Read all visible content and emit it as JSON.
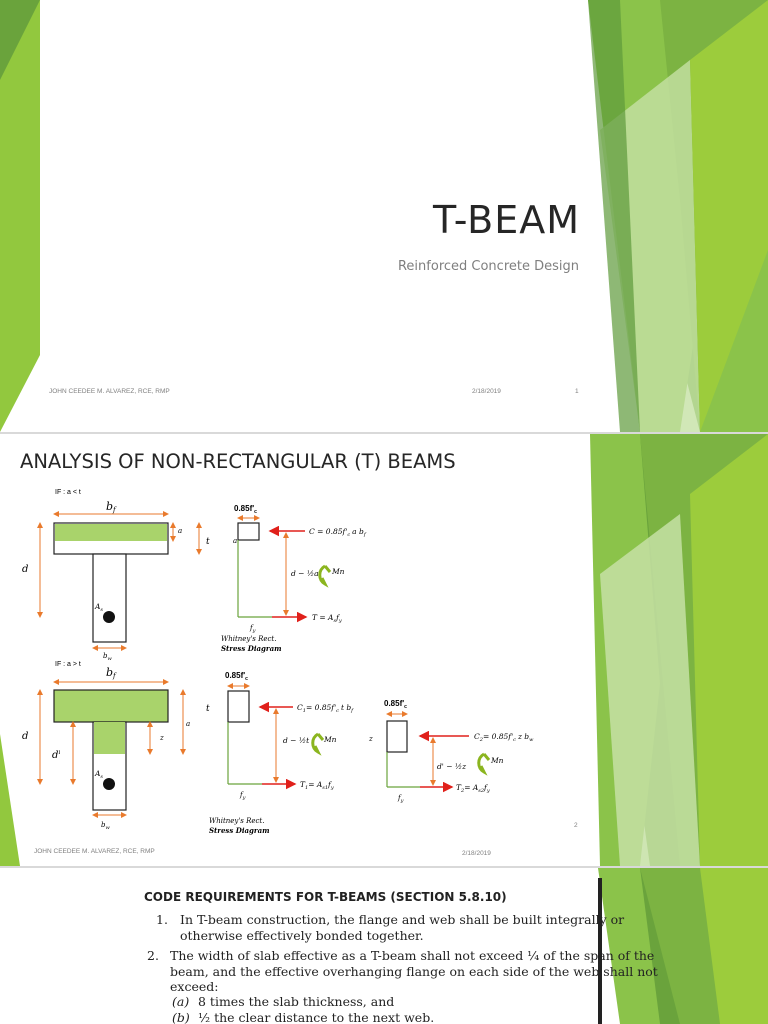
{
  "slide1": {
    "title": "T-BEAM",
    "subtitle": "Reinforced Concrete Design",
    "footer_author": "JOHN CEEDEE M. ALVAREZ, RCE, RMP",
    "footer_date": "2/18/2019",
    "slide_number": "1"
  },
  "slide2": {
    "title": "ANALYSIS OF NON-RECTANGULAR (T) BEAMS",
    "footer_author": "JOHN CEEDEE M. ALVAREZ, RCE, RMP",
    "footer_date": "2/18/2019",
    "slide_number": "2",
    "case1": {
      "condition": "IF : a < t",
      "bf": "b",
      "bf_sub": "f",
      "a": "a",
      "t": "t",
      "d": "d",
      "As": "A",
      "As_sub": "s",
      "bw": "b",
      "bw_sub": "w",
      "stress_top": "0.85f'",
      "stress_top_sub": "c",
      "t_a": "t",
      "a_label": "a",
      "C_label": "C = 0.85f'",
      "C_tail": "a b",
      "arm_label": "d − ½a",
      "Mn": "Mn",
      "T_label": "T = A",
      "T_tail": "f",
      "fy": "f",
      "fy_sub": "y",
      "whitney": "Whitney's Rect.",
      "stress_diag": "Stress Diagram"
    },
    "case2": {
      "condition": "IF : a > t",
      "bf": "b",
      "bf_sub": "f",
      "t": "t",
      "z": "z",
      "a": "a",
      "d": "d",
      "d1": "d",
      "d1_sup": "ı",
      "As": "A",
      "As_sub": "s",
      "bw": "b",
      "bw_sub": "w",
      "stress_top": "0.85f'",
      "stress_top_sub": "c",
      "C1_label": "C",
      "C1_tail": "= 0.85f'",
      "C1_end": "t b",
      "arm1": "d − ½t",
      "Mn1": "Mn",
      "T1_label": "T",
      "T1_tail": "= A",
      "T1_end": "f",
      "fy": "f",
      "fy_sub": "y",
      "whitney": "Whitney's Rect.",
      "stress_diag": "Stress Diagram",
      "stress_top2": "0.85f'",
      "stress_top2_sub": "c",
      "z2": "z",
      "C2_label": "C",
      "C2_tail": "= 0.85f'",
      "C2_end": "z b",
      "arm2": "d' − ½z",
      "Mn2": "Mn",
      "T2_label": "T",
      "T2_tail": "= A",
      "T2_end": "f",
      "fy2": "f",
      "fy2_sub": "y"
    }
  },
  "slide3": {
    "heading": "CODE REQUIREMENTS FOR T-BEAMS (SECTION 5.8.10)",
    "items": [
      {
        "num": "1.",
        "text": "In T-beam construction, the flange and web shall be built integrally or"
      },
      {
        "num": "",
        "text": "otherwise effectively bonded together."
      },
      {
        "num": "2.",
        "text": "The width of slab effective as a T-beam shall not exceed ¼ of the span of the"
      },
      {
        "num": "",
        "text": "beam, and the effective overhanging flange on each side of the web shall not"
      },
      {
        "num": "",
        "text": "exceed:"
      },
      {
        "num": "(a)",
        "text": "8 times the slab thickness, and"
      },
      {
        "num": "(b)",
        "text": "½ the clear distance to the next web."
      }
    ]
  },
  "colors": {
    "green_light": "#c5e0a5",
    "green_mid": "#92c83e",
    "green_dark": "#5e9a3b",
    "accent_red": "#e0201b",
    "accent_orange": "#e97a2c"
  }
}
